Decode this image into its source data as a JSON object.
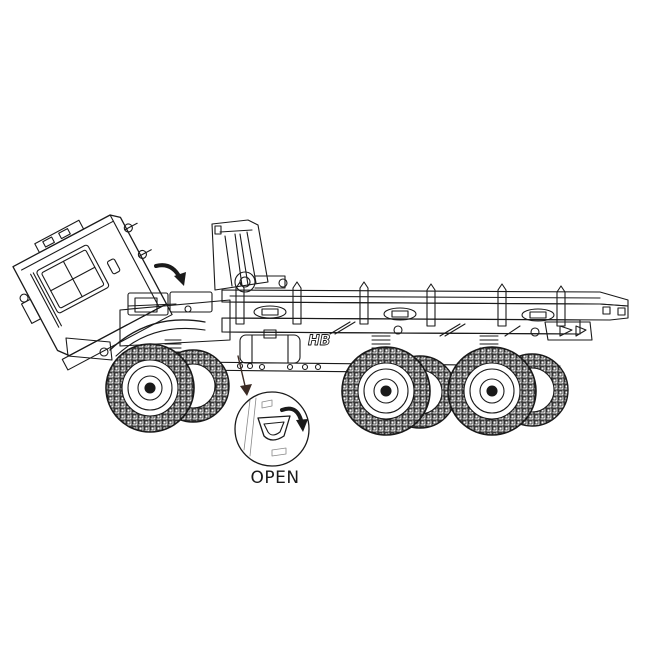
{
  "figure": {
    "subject": "6x6 off-road truck with tilted-open cab, side view line drawing",
    "callout_label": "OPEN",
    "brand_mark": "HB",
    "colors": {
      "line": "#1a1a1a",
      "arrow": "#3a2a24",
      "background": "#ffffff"
    },
    "icons": [
      "rotate-arrow-icon",
      "pointer-arrow-icon",
      "magnifier-callout-icon"
    ]
  }
}
